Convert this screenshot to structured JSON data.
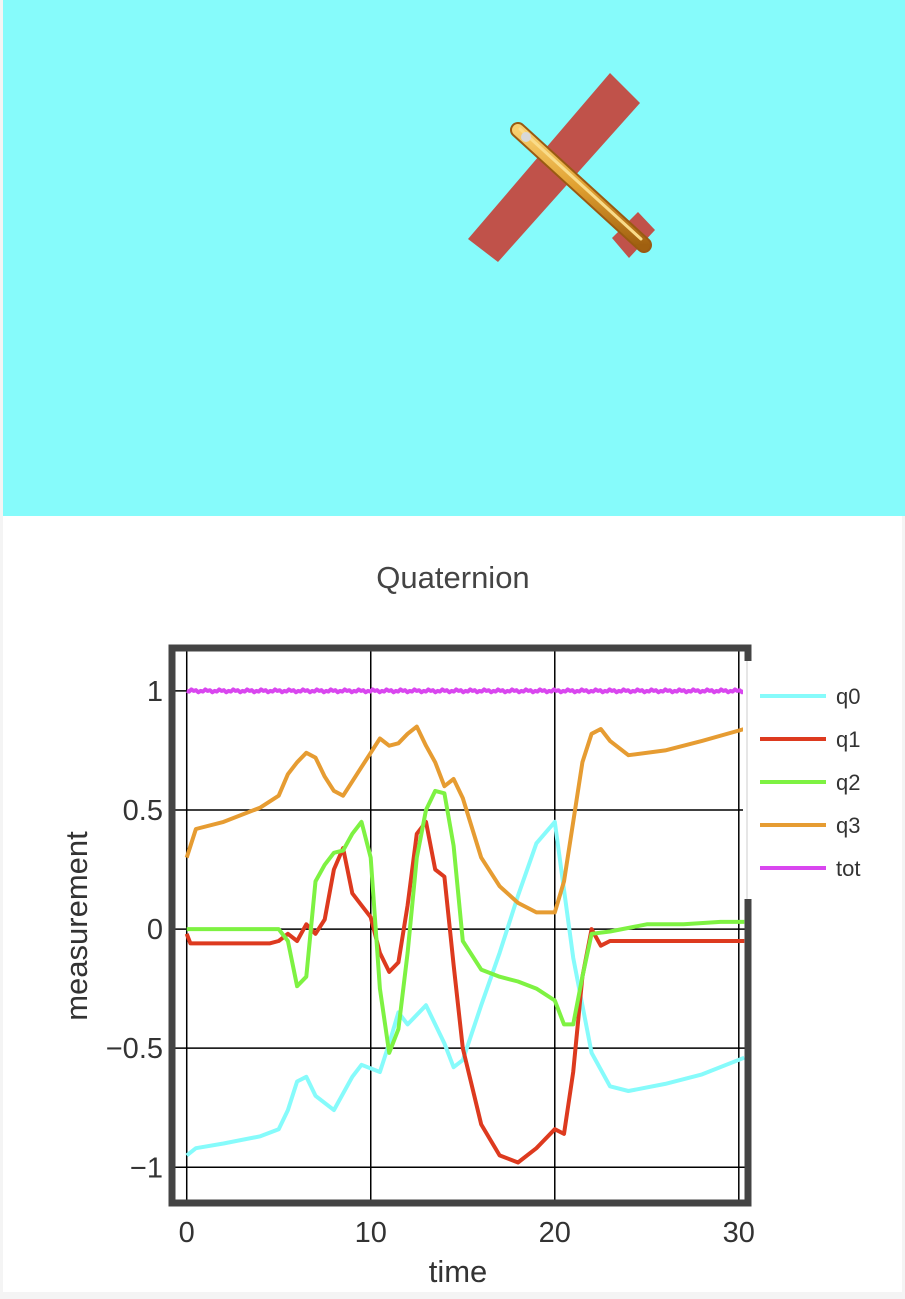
{
  "scene": {
    "background": "#86fbfb",
    "object": "airplane-model"
  },
  "chart_data": {
    "type": "line",
    "title": "Quaternion",
    "xlabel": "time",
    "ylabel": "measurement",
    "xlim": [
      -0.8,
      30.5
    ],
    "ylim": [
      -1.15,
      1.18
    ],
    "xticks": [
      0,
      10,
      20,
      30
    ],
    "xtick_labels": [
      "0",
      "10",
      "20",
      "30"
    ],
    "yticks": [
      -1,
      -0.5,
      0,
      0.5,
      1
    ],
    "ytick_labels": [
      "−1",
      "−0.5",
      "0",
      "0.5",
      "1"
    ],
    "grid": true,
    "legend_position": "right",
    "series": [
      {
        "name": "q0",
        "color": "#86fbfb",
        "x": [
          0,
          0.5,
          2,
          4,
          5,
          5.5,
          6,
          6.5,
          7,
          8,
          9,
          9.5,
          10.5,
          11,
          11.5,
          12,
          13,
          14,
          14.5,
          15,
          16,
          17,
          18,
          19,
          20,
          21,
          22,
          23,
          24,
          26,
          28,
          30.3
        ],
        "y": [
          -0.95,
          -0.92,
          -0.9,
          -0.87,
          -0.84,
          -0.76,
          -0.64,
          -0.62,
          -0.7,
          -0.76,
          -0.62,
          -0.57,
          -0.6,
          -0.48,
          -0.35,
          -0.4,
          -0.32,
          -0.48,
          -0.58,
          -0.55,
          -0.32,
          -0.1,
          0.14,
          0.36,
          0.45,
          -0.12,
          -0.52,
          -0.66,
          -0.68,
          -0.65,
          -0.61,
          -0.54
        ]
      },
      {
        "name": "q1",
        "color": "#dd3a1f",
        "x": [
          0,
          0.2,
          4.5,
          5,
          5.5,
          6,
          6.5,
          7,
          7.5,
          8,
          8.5,
          9,
          9.5,
          10,
          10.5,
          11,
          11.5,
          12,
          12.5,
          13,
          13.5,
          14,
          14.5,
          15,
          16,
          17,
          18,
          19,
          20,
          20.5,
          21,
          21.5,
          22,
          22.5,
          23,
          25,
          27,
          30.3
        ],
        "y": [
          -0.02,
          -0.06,
          -0.06,
          -0.05,
          -0.02,
          -0.05,
          0.02,
          -0.02,
          0.04,
          0.25,
          0.34,
          0.15,
          0.1,
          0.05,
          -0.1,
          -0.18,
          -0.14,
          0.1,
          0.4,
          0.45,
          0.25,
          0.22,
          -0.15,
          -0.5,
          -0.82,
          -0.95,
          -0.98,
          -0.92,
          -0.84,
          -0.86,
          -0.6,
          -0.2,
          0.0,
          -0.07,
          -0.05,
          -0.05,
          -0.05,
          -0.05
        ]
      },
      {
        "name": "q2",
        "color": "#7ef242",
        "x": [
          0,
          5,
          5.5,
          6,
          6.5,
          7,
          7.5,
          8,
          8.5,
          9,
          9.5,
          10,
          10.5,
          11,
          11.5,
          12,
          12.5,
          13,
          13.5,
          14,
          14.5,
          15,
          16,
          17,
          18,
          19,
          20,
          20.5,
          21,
          21.5,
          22,
          23,
          25,
          27,
          29,
          30.3
        ],
        "y": [
          0.0,
          0.0,
          -0.05,
          -0.24,
          -0.2,
          0.2,
          0.27,
          0.32,
          0.33,
          0.4,
          0.45,
          0.3,
          -0.25,
          -0.52,
          -0.42,
          -0.1,
          0.3,
          0.5,
          0.58,
          0.57,
          0.35,
          -0.05,
          -0.17,
          -0.2,
          -0.22,
          -0.25,
          -0.3,
          -0.4,
          -0.4,
          -0.2,
          -0.02,
          -0.01,
          0.02,
          0.02,
          0.03,
          0.03
        ]
      },
      {
        "name": "q3",
        "color": "#e69c32",
        "x": [
          0,
          0.5,
          2,
          4,
          5,
          5.5,
          6,
          6.5,
          7,
          7.5,
          8,
          8.5,
          9,
          9.5,
          10,
          10.5,
          11,
          11.5,
          12,
          12.5,
          13,
          13.5,
          14,
          14.5,
          15,
          16,
          17,
          18,
          19,
          20,
          20.5,
          21,
          21.5,
          22,
          22.5,
          23,
          24,
          26,
          28,
          30.3
        ],
        "y": [
          0.3,
          0.42,
          0.45,
          0.51,
          0.56,
          0.65,
          0.7,
          0.74,
          0.72,
          0.64,
          0.58,
          0.56,
          0.62,
          0.68,
          0.74,
          0.8,
          0.77,
          0.78,
          0.82,
          0.85,
          0.77,
          0.7,
          0.6,
          0.63,
          0.55,
          0.3,
          0.18,
          0.11,
          0.07,
          0.07,
          0.2,
          0.45,
          0.7,
          0.82,
          0.84,
          0.79,
          0.73,
          0.75,
          0.79,
          0.84
        ]
      },
      {
        "name": "tot",
        "color": "#d946ef",
        "x": [
          0,
          30.3
        ],
        "y": [
          1.0,
          1.0
        ]
      }
    ]
  }
}
